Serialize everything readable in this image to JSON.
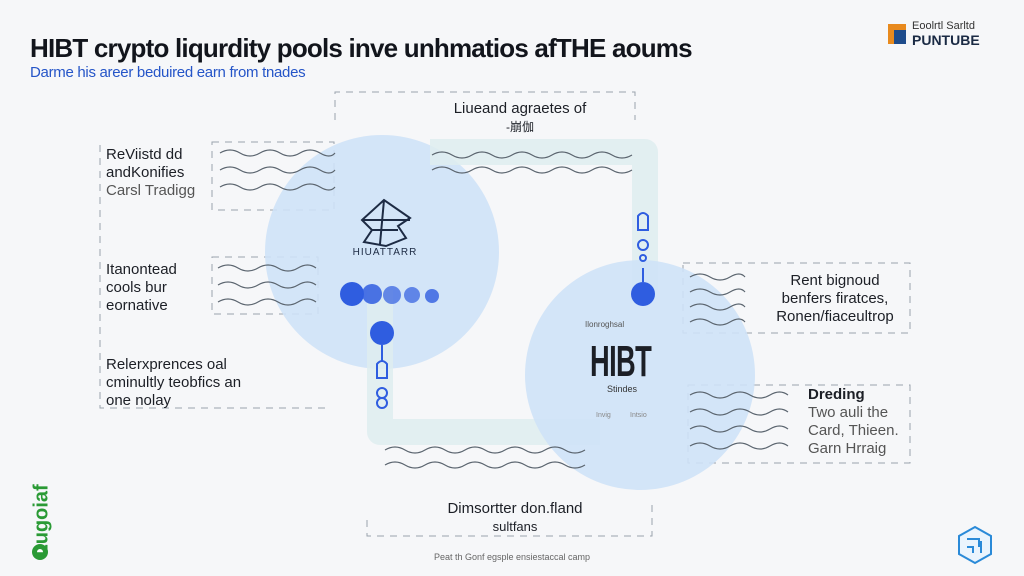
{
  "header": {
    "title": "HIBT crypto liqurdity pools inve unhmatios afTHE aoums",
    "subtitle": "Darme his areer beduired earn from tnades"
  },
  "brand": {
    "line1": "Eoolrtl Sarltd",
    "line2": "PUNTUBE"
  },
  "top_label": {
    "line1": "Liueand agraetes of",
    "line2": "-崩伽"
  },
  "left_blocks": [
    {
      "lines": [
        "ReViistd dd",
        "andKonifies",
        "Carsl Tradigg"
      ]
    },
    {
      "lines": [
        "Itanontead",
        "cools bur",
        "eornative"
      ]
    },
    {
      "lines": [
        "Relerxprences oal",
        "cminultly teobfics an",
        "one nolay"
      ]
    }
  ],
  "left_circle": {
    "logo_text": "HIUATTARR"
  },
  "right_circle": {
    "small_top": "Ilonroghsal",
    "big": "HIBT",
    "sub": "Stindes",
    "tiny1": "Invig",
    "tiny2": "Intsio"
  },
  "right_blocks": [
    {
      "lines": [
        "Rent bignoud",
        "benfers firatces,",
        "Ronen/fiaceultrop"
      ]
    },
    {
      "title": "Dreding",
      "lines": [
        "Two auli the",
        "Card, Thieen.",
        "Garn Hrraig"
      ]
    }
  ],
  "bottom_label": {
    "line1": "Dimsortter don.fland",
    "line2": "sultfans"
  },
  "footer": "Peat th Gonf egsple ensiestaccal camp",
  "side_logo": "Lugoiaf",
  "colors": {
    "accent": "#2f5de0",
    "circle": "#cfe2f7",
    "pipe": "#deedf0",
    "title": "#12151c",
    "subtitle": "#2555c8"
  }
}
